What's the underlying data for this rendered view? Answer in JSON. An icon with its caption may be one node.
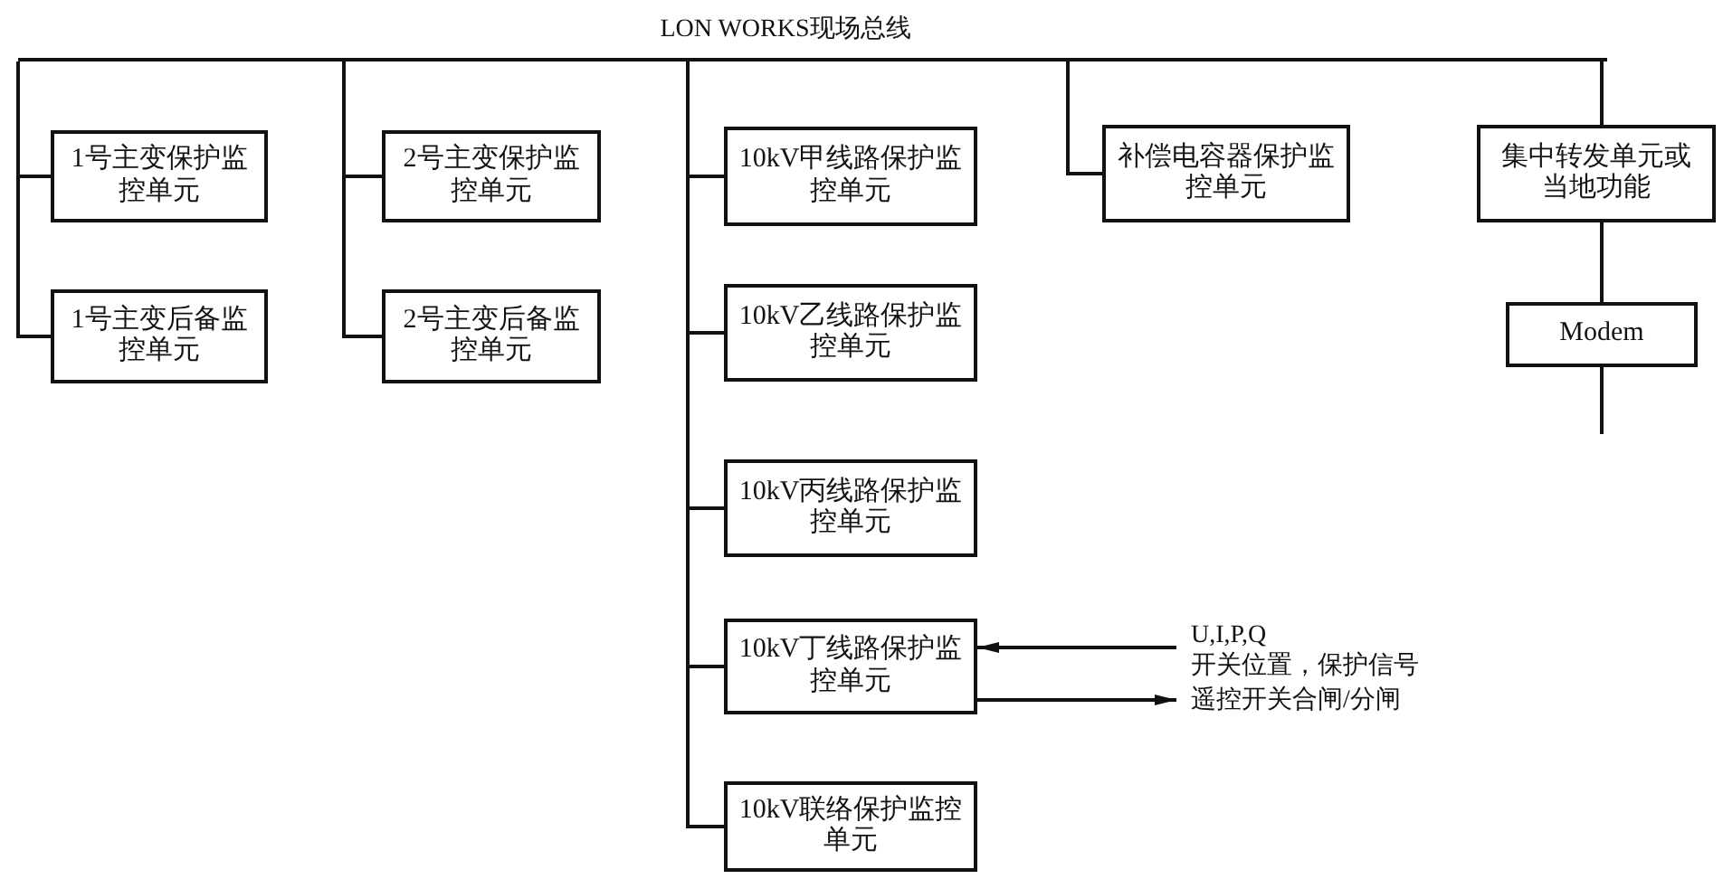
{
  "diagram": {
    "nodes": [
      {
        "text": [
          "LON WORKS现场总线"
        ]
      },
      {
        "text": [
          "1号主变保护监控单元"
        ]
      },
      {
        "text": [
          "1号主变后备监控单元"
        ]
      },
      {
        "text": [
          "2号主变保护监控单元"
        ]
      },
      {
        "text": [
          "2号主变后备监控单元"
        ]
      },
      {
        "text": [
          "10kV甲线路保护监控单元"
        ]
      },
      {
        "text": [
          "10kV乙线路保护监控单元"
        ]
      },
      {
        "text": [
          "10kV丙线路保护监控单元"
        ]
      },
      {
        "text": [
          "10kV丁线路保护监控单元"
        ]
      },
      {
        "text": [
          "10kV联络保护监控单元"
        ]
      },
      {
        "text": [
          "补偿电容器保护监控单元"
        ]
      },
      {
        "text": [
          "集中转发单元或当地功能"
        ]
      },
      {
        "text": [
          "Modem"
        ]
      },
      {
        "text": [
          "U,I,P,Q",
          "开关位置，保护信号"
        ]
      },
      {
        "text": [
          "遥控开关合闸/分闸"
        ]
      }
    ],
    "edges": [
      {
        "from": 0,
        "to": 1,
        "arrow": "none"
      },
      {
        "from": 0,
        "to": 2,
        "arrow": "none"
      },
      {
        "from": 0,
        "to": 3,
        "arrow": "none"
      },
      {
        "from": 0,
        "to": 4,
        "arrow": "none"
      },
      {
        "from": 0,
        "to": 5,
        "arrow": "none"
      },
      {
        "from": 0,
        "to": 6,
        "arrow": "none"
      },
      {
        "from": 0,
        "to": 7,
        "arrow": "none"
      },
      {
        "from": 0,
        "to": 8,
        "arrow": "none"
      },
      {
        "from": 0,
        "to": 9,
        "arrow": "none"
      },
      {
        "from": 0,
        "to": 10,
        "arrow": "none"
      },
      {
        "from": 0,
        "to": 11,
        "arrow": "none"
      },
      {
        "from": 11,
        "to": 12,
        "arrow": "none"
      },
      {
        "from": 12,
        "to": null,
        "arrow": "none"
      },
      {
        "from": 13,
        "to": 8,
        "arrow": "to"
      },
      {
        "from": 8,
        "to": 14,
        "arrow": "to"
      }
    ]
  }
}
